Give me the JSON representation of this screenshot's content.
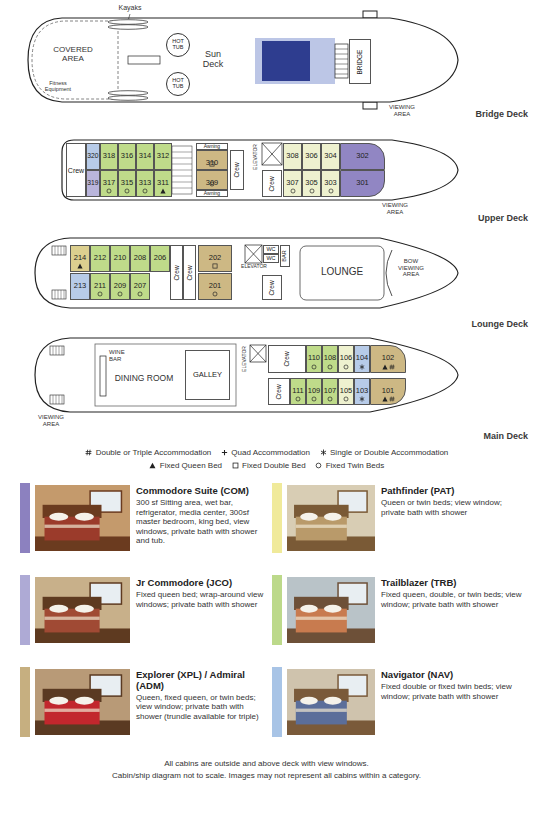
{
  "diagram": {
    "nodes": [
      {
        "text": [
          "HOT TUB"
        ]
      },
      {
        "text": [
          "HOT TUB"
        ]
      },
      {
        "text": [
          "BRIDGE"
        ]
      },
      {
        "text": [
          "Crew"
        ]
      },
      {
        "text": [
          "320"
        ]
      },
      {
        "text": [
          "318"
        ]
      },
      {
        "text": [
          "316"
        ]
      },
      {
        "text": [
          "314"
        ]
      },
      {
        "text": [
          "312"
        ]
      },
      {
        "text": [
          "Awning"
        ]
      },
      {
        "text": [
          "310"
        ]
      },
      {
        "text": [
          "Crew"
        ]
      },
      {
        "text": [
          "308"
        ]
      },
      {
        "text": [
          "306"
        ]
      },
      {
        "text": [
          "304"
        ]
      },
      {
        "text": [
          "302"
        ]
      },
      {
        "text": [
          "319"
        ]
      },
      {
        "text": [
          "317"
        ]
      },
      {
        "text": [
          "315"
        ]
      },
      {
        "text": [
          "313"
        ]
      },
      {
        "text": [
          "311"
        ]
      },
      {
        "text": [
          "309"
        ]
      },
      {
        "text": [
          "Awning"
        ]
      },
      {
        "text": [
          "Crew"
        ]
      },
      {
        "text": [
          "307"
        ]
      },
      {
        "text": [
          "305"
        ]
      },
      {
        "text": [
          "303"
        ]
      },
      {
        "text": [
          "301"
        ]
      },
      {
        "text": [
          "214"
        ]
      },
      {
        "text": [
          "212"
        ]
      },
      {
        "text": [
          "210"
        ]
      },
      {
        "text": [
          "208"
        ]
      },
      {
        "text": [
          "206"
        ]
      },
      {
        "text": [
          "Crew"
        ]
      },
      {
        "text": [
          "Crew"
        ]
      },
      {
        "text": [
          "202"
        ]
      },
      {
        "text": [
          "WC"
        ]
      },
      {
        "text": [
          "WC"
        ]
      },
      {
        "text": [
          "BAR"
        ]
      },
      {
        "text": [
          "213"
        ]
      },
      {
        "text": [
          "211"
        ]
      },
      {
        "text": [
          "209"
        ]
      },
      {
        "text": [
          "207"
        ]
      },
      {
        "text": [
          "201"
        ]
      },
      {
        "text": [
          "Crew"
        ]
      },
      {
        "text": [
          "GALLEY"
        ]
      },
      {
        "text": [
          "Crew"
        ]
      },
      {
        "text": [
          "110"
        ]
      },
      {
        "text": [
          "108"
        ]
      },
      {
        "text": [
          "106"
        ]
      },
      {
        "text": [
          "104"
        ]
      },
      {
        "text": [
          "102"
        ]
      },
      {
        "text": [
          "Crew"
        ]
      },
      {
        "text": [
          "111"
        ]
      },
      {
        "text": [
          "109"
        ]
      },
      {
        "text": [
          "107"
        ]
      },
      {
        "text": [
          "105"
        ]
      },
      {
        "text": [
          "103"
        ]
      },
      {
        "text": [
          "101"
        ]
      },
      {
        "text": [
          "Commodore Suite (COM)",
          "300 sf Sitting area, wet bar, refrigerator, media center, 300sf master bedroom, king bed, view windows, private bath with shower and tub."
        ]
      },
      {
        "text": [
          "Pathfinder (PAT)",
          "Queen or twin beds; view window; private bath with shower"
        ]
      },
      {
        "text": [
          "Jr Commodore (JCO)",
          "Fixed queen bed; wrap-around view windows; private bath with shower"
        ]
      },
      {
        "text": [
          "Trailblazer (TRB)",
          "Fixed queen, double, or twin beds; view window; private bath with shower"
        ]
      },
      {
        "text": [
          "Explorer (XPL) / Admiral (ADM)",
          "Queen, fixed queen, or twin beds; view window; private bath with shower (trundle available for triple)"
        ]
      },
      {
        "text": [
          "Navigator (NAV)",
          "Fixed double or fixed twin beds; view window; private bath with shower"
        ]
      }
    ],
    "labels": [
      "Kayaks",
      "COVERED AREA",
      "Fitness Equipment",
      "Sun Deck",
      "VIEWING AREA",
      "Bridge Deck",
      "ELEVATOR",
      "VIEWING AREA",
      "Upper Deck",
      "ELEVATOR",
      "LOUNGE",
      "BOW VIEWING AREA",
      "Lounge Deck",
      "WINE BAR",
      "DINING ROOM",
      "ELEVATOR",
      "VIEWING AREA",
      "Main Deck",
      "All cabins are outside and above deck with view windows.",
      "Cabin/ship diagram not to scale. Images may not represent all cabins within a category."
    ],
    "legend": [
      {
        "text": "Double or Triple Accommodation"
      },
      {
        "text": "Quad Accommodation"
      },
      {
        "text": "Single or Double Accommodation"
      },
      {
        "text": "Fixed Queen Bed"
      },
      {
        "text": "Fixed Double Bed"
      },
      {
        "text": "Fixed Twin Beds"
      }
    ]
  }
}
